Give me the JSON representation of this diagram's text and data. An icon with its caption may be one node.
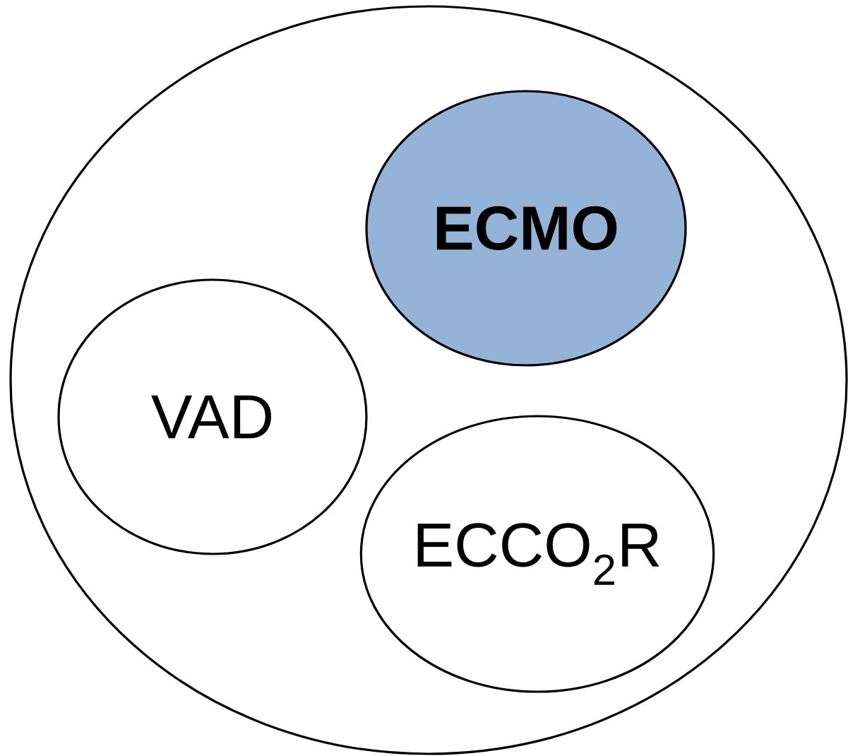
{
  "diagram": {
    "nodes": [
      {
        "text": [],
        "shape": "circle"
      },
      {
        "text": [
          "ECMO"
        ],
        "in": 0
      },
      {
        "text": [
          "VAD"
        ],
        "in": 0
      },
      {
        "text": [
          "ECCO$_{2}$R"
        ],
        "in": 0
      }
    ]
  }
}
